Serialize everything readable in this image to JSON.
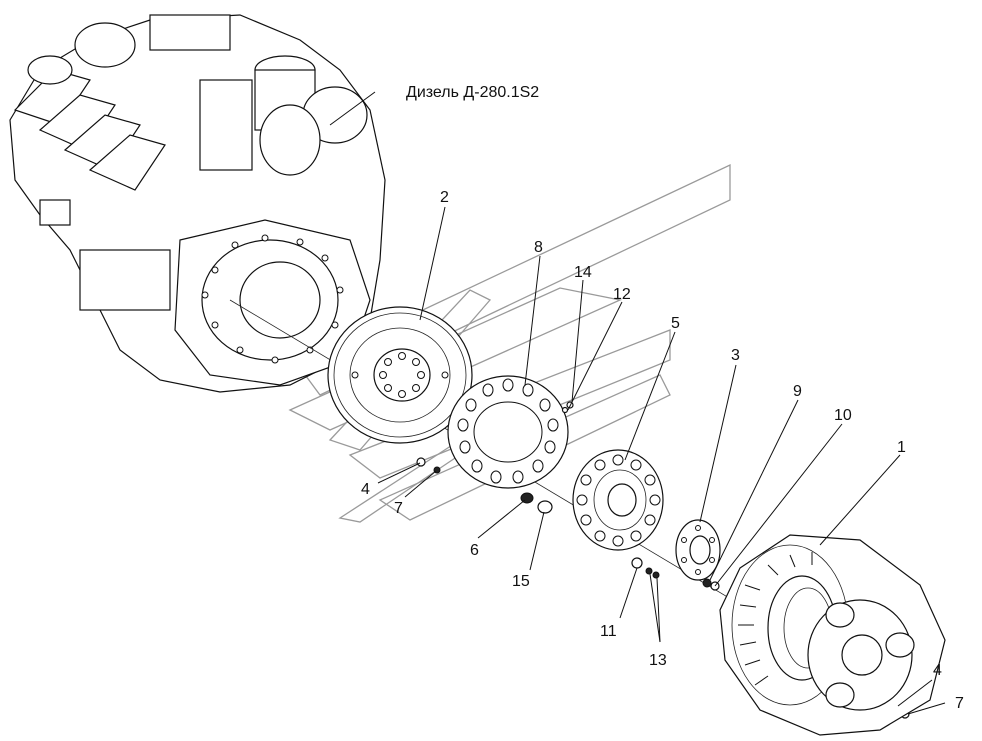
{
  "engine_label": "Дизель Д-280.1S2",
  "callouts": [
    {
      "id": "c1",
      "text": "1"
    },
    {
      "id": "c2",
      "text": "2"
    },
    {
      "id": "c3",
      "text": "3"
    },
    {
      "id": "c4a",
      "text": "4"
    },
    {
      "id": "c4b",
      "text": "4"
    },
    {
      "id": "c5",
      "text": "5"
    },
    {
      "id": "c6",
      "text": "6"
    },
    {
      "id": "c7a",
      "text": "7"
    },
    {
      "id": "c7b",
      "text": "7"
    },
    {
      "id": "c8",
      "text": "8"
    },
    {
      "id": "c9",
      "text": "9"
    },
    {
      "id": "c10",
      "text": "10"
    },
    {
      "id": "c11",
      "text": "11"
    },
    {
      "id": "c12",
      "text": "12"
    },
    {
      "id": "c13",
      "text": "13"
    },
    {
      "id": "c14",
      "text": "14"
    },
    {
      "id": "c15",
      "text": "15"
    }
  ]
}
